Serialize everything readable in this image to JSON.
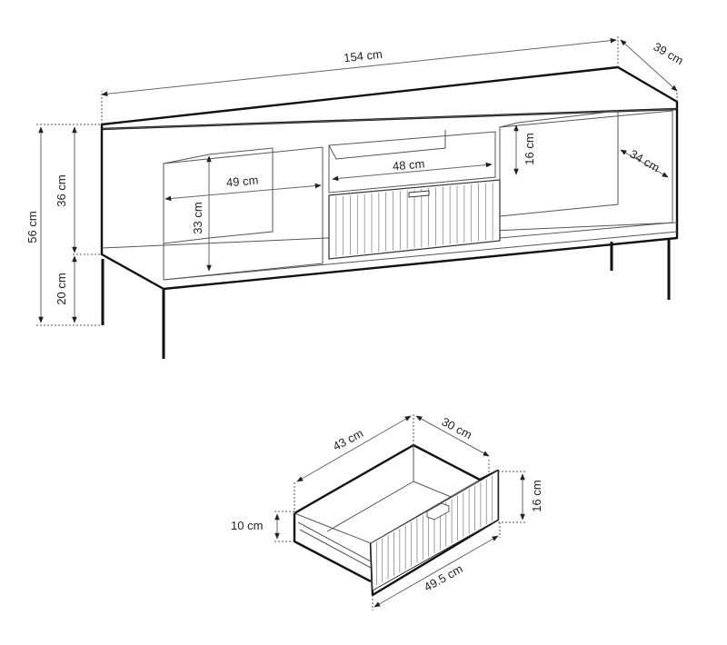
{
  "diagram": {
    "cabinet": {
      "width": "154 cm",
      "depth": "39 cm",
      "total_height": "56 cm",
      "body_height": "36 cm",
      "leg_height": "20 cm",
      "side_compartment_width": "49 cm",
      "side_compartment_height": "33 cm",
      "middle_compartment_width": "48 cm",
      "middle_compartment_height": "16 cm",
      "inner_depth": "34 cm"
    },
    "drawer": {
      "depth": "43 cm",
      "inner_width": "30 cm",
      "front_height": "16 cm",
      "side_height": "10 cm",
      "front_width": "49.5 cm"
    }
  }
}
